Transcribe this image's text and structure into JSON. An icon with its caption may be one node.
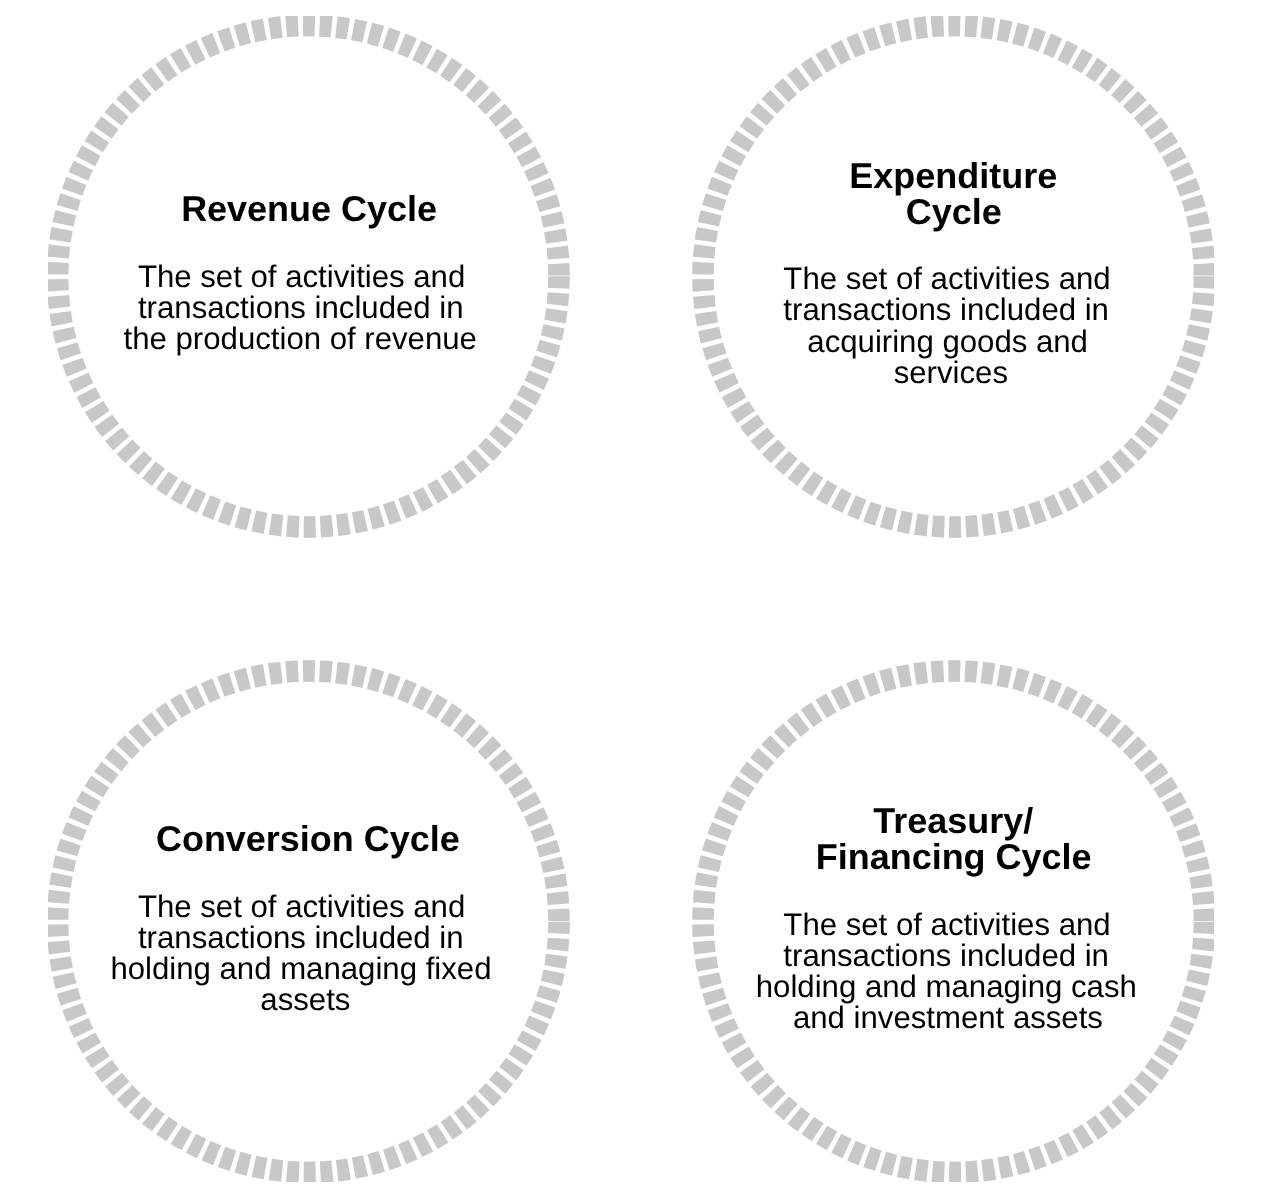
{
  "diagram": {
    "nodes": [
      {
        "text": [
          "Revenue Cycle",
          "The set of activities and transactions included in the production of revenue"
        ]
      },
      {
        "text": [
          "Expenditure Cycle",
          "The set of activities and transactions included in acquiring goods and services"
        ]
      },
      {
        "text": [
          "Conversion Cycle",
          "The set of activities and transactions included in holding and managing fixed assets"
        ]
      },
      {
        "text": [
          "Treasury/ Financing Cycle",
          "The set of activities and transactions included in holding and managing cash and investment assets"
        ]
      }
    ]
  }
}
